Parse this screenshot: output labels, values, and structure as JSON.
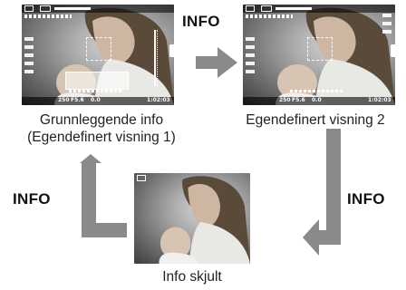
{
  "transitions": {
    "top_label": "INFO",
    "right_label": "INFO",
    "left_label": "INFO"
  },
  "screens": {
    "basic": {
      "caption_line1": "Grunnleggende info",
      "caption_line2": "(Egendefinert visning 1)",
      "shutter": "250",
      "aperture": "F5.6",
      "ev": "0.0",
      "remaining": "1:02:03"
    },
    "custom2": {
      "caption": "Egendefinert visning 2",
      "shutter": "250",
      "aperture": "F5.6",
      "ev": "0.0",
      "remaining": "1:02:03"
    },
    "hidden": {
      "caption": "Info skjult"
    }
  }
}
